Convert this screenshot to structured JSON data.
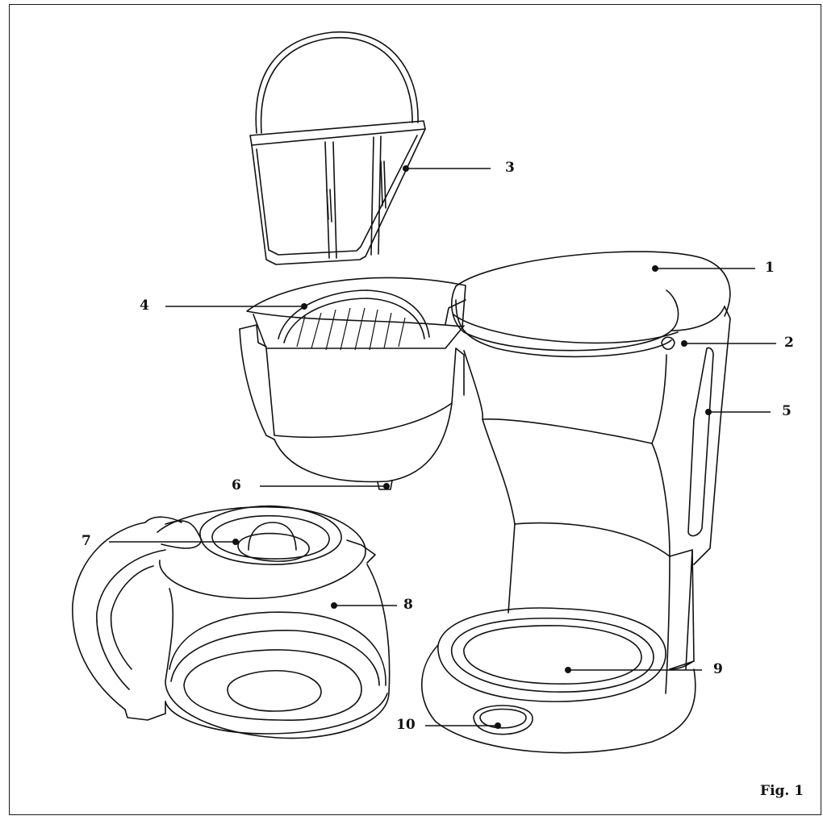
{
  "figure_label": "Fig. 1",
  "callouts": [
    {
      "id": "1",
      "text": "1"
    },
    {
      "id": "2",
      "text": "2"
    },
    {
      "id": "3",
      "text": "3"
    },
    {
      "id": "4",
      "text": "4"
    },
    {
      "id": "5",
      "text": "5"
    },
    {
      "id": "6",
      "text": "6"
    },
    {
      "id": "7",
      "text": "7"
    },
    {
      "id": "8",
      "text": "8"
    },
    {
      "id": "9",
      "text": "9"
    },
    {
      "id": "10",
      "text": "10"
    }
  ],
  "parts_icons": [
    "filter-holder-icon",
    "filter-basket-icon",
    "coffee-maker-body-icon",
    "carafe-icon",
    "carafe-lid-icon",
    "warming-plate-icon",
    "power-switch-icon"
  ]
}
